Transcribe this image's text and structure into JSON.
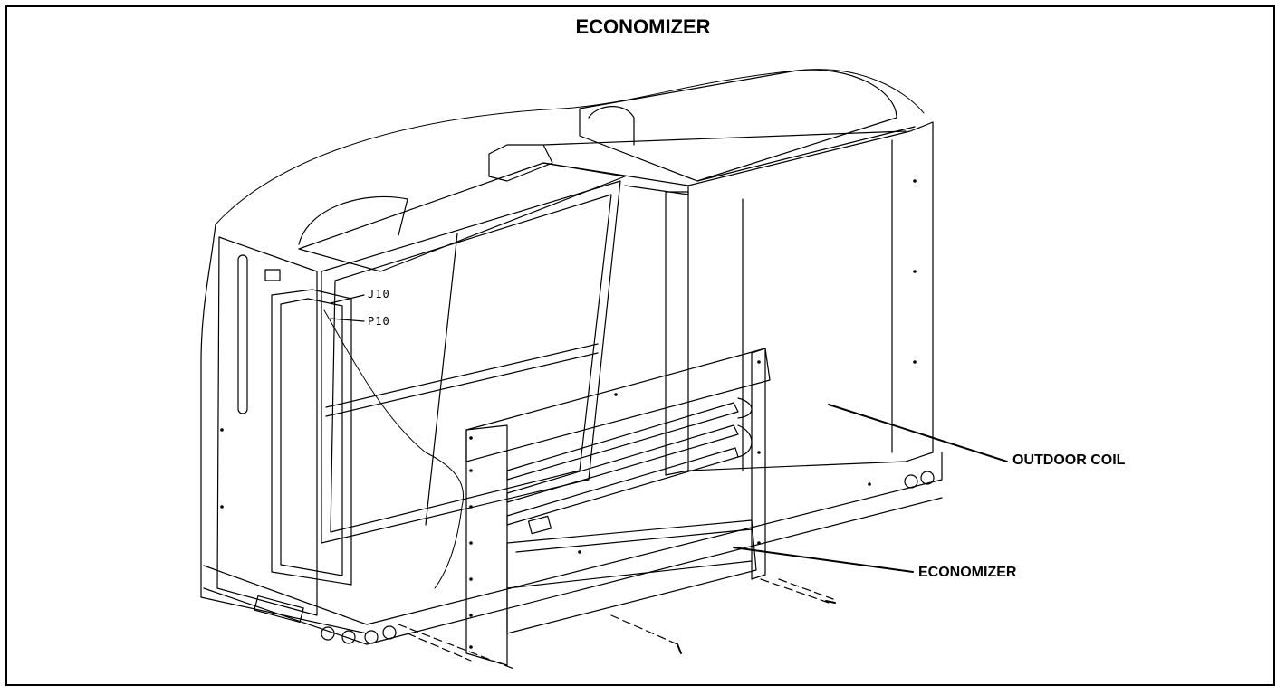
{
  "diagram": {
    "title": "ECONOMIZER",
    "callouts": {
      "outdoor_coil": "OUTDOOR COIL",
      "economizer": "ECONOMIZER"
    },
    "connectors": {
      "j10": "J10",
      "p10": "P10"
    }
  }
}
